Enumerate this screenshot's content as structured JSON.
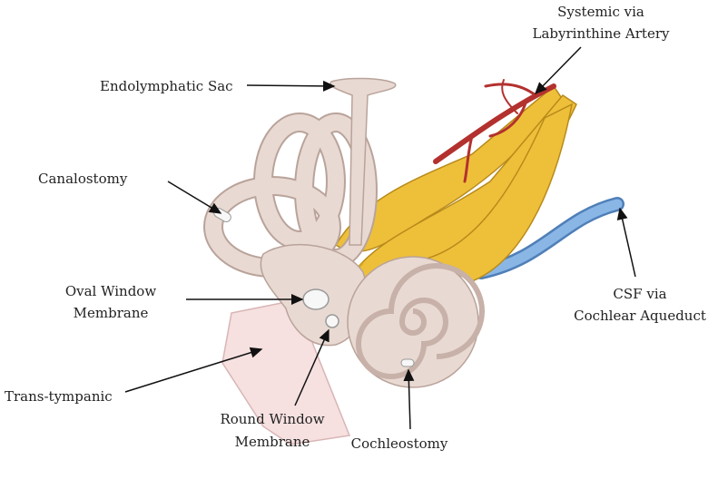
{
  "labels": {
    "systemic_line1": "Systemic via",
    "systemic_line2": "Labyrinthine Artery",
    "endolymphatic": "Endolymphatic Sac",
    "canalostomy": "Canalostomy",
    "oval_line1": "Oval Window",
    "oval_line2": "Membrane",
    "transtympanic": "Trans-tympanic",
    "round_line1": "Round Window",
    "round_line2": "Membrane",
    "cochleostomy": "Cochleostomy",
    "csf_line1": "CSF via",
    "csf_line2": "Cochlear Aqueduct"
  },
  "colors": {
    "bone": "#e8d9d2",
    "bone_outline": "#b9a39a",
    "nerve": "#eec03a",
    "artery": "#b3312e",
    "csf": "#79a8dc",
    "tympanic": "#f6e0e0"
  }
}
